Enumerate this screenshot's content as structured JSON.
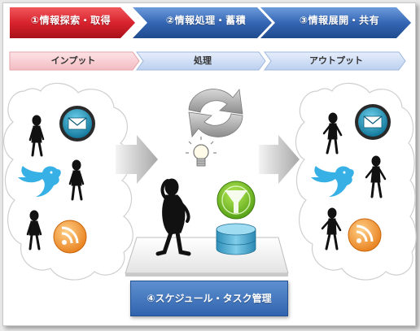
{
  "stages": [
    {
      "label": "①情報探索・取得",
      "sub": "インプット",
      "color": "#d9232e"
    },
    {
      "label": "②情報処理・蓄積",
      "sub": "処理",
      "color": "#2f63b0"
    },
    {
      "label": "③情報展開・共有",
      "sub": "アウトプット",
      "color": "#2f63b0"
    }
  ],
  "task_box": {
    "label": "④スケジュール・タスク管理"
  },
  "icons": {
    "mail": "mail-icon",
    "twitter": "twitter-bird-icon",
    "rss": "rss-icon",
    "cycle": "refresh-cycle-icon",
    "bulb": "lightbulb-icon",
    "filter": "funnel-filter-icon",
    "database": "database-icon"
  }
}
